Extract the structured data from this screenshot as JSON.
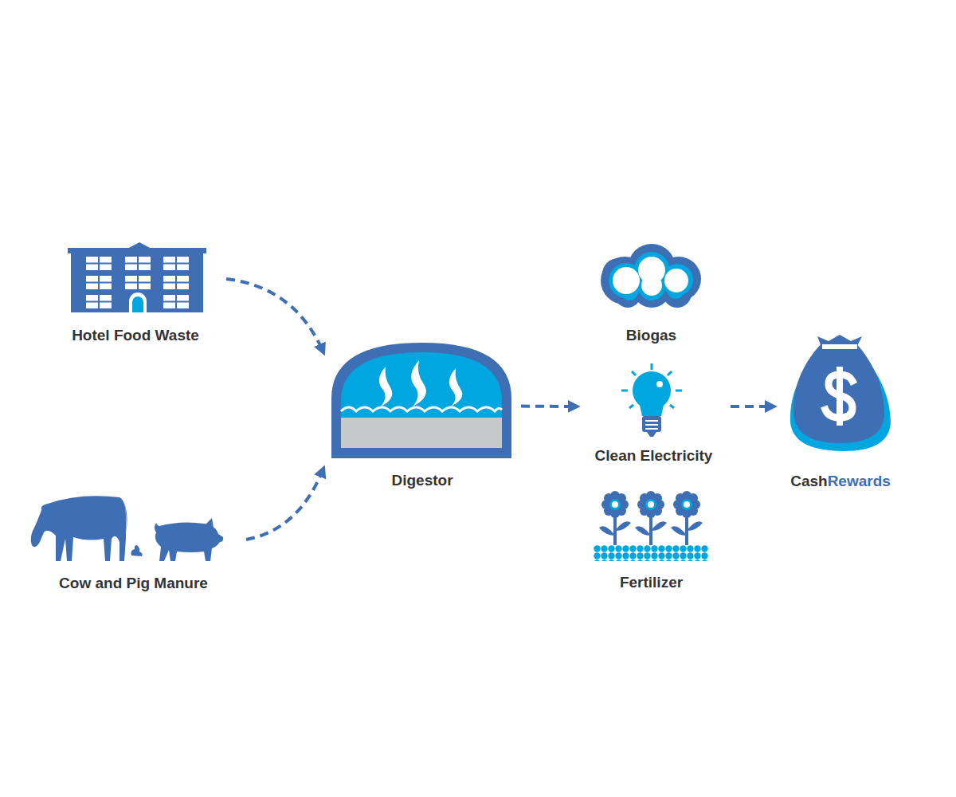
{
  "diagram": {
    "nodes": [
      {
        "text": [
          "Hotel Food Waste"
        ]
      },
      {
        "text": [
          "Cow and Pig Manure"
        ]
      },
      {
        "text": [
          "Digestor"
        ]
      },
      {
        "text": [
          "Biogas"
        ]
      },
      {
        "text": [
          "Clean Electricity"
        ]
      },
      {
        "text": [
          "Fertilizer"
        ]
      },
      {
        "text": [
          "Cash",
          "Rewards"
        ]
      }
    ],
    "edges": [
      {
        "from": 0,
        "to": 2,
        "arrow": "to"
      },
      {
        "from": 1,
        "to": 2,
        "arrow": "to"
      },
      {
        "from": 2,
        "to": 4,
        "arrow": "to"
      },
      {
        "from": 4,
        "to": 6,
        "arrow": "to"
      }
    ]
  }
}
